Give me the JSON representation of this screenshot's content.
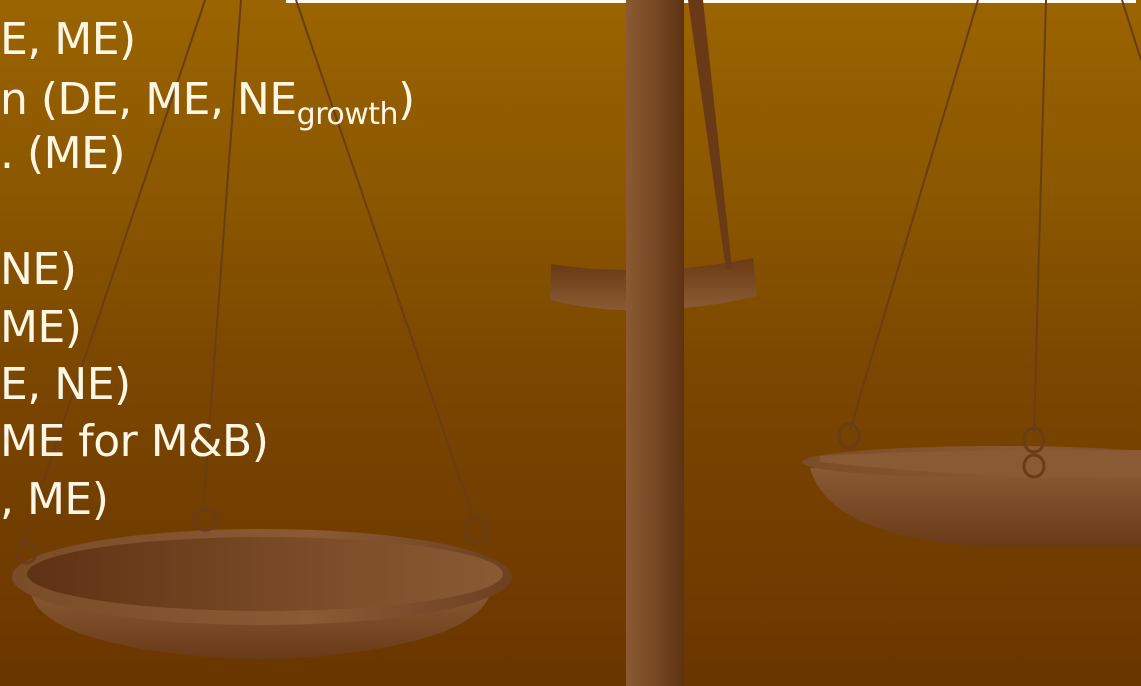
{
  "slide": {
    "lines": [
      {
        "text": "E, ME)"
      },
      {
        "text": "n    (DE, ME, NE",
        "sub": "growth",
        "after": ")"
      },
      {
        "text": ". (ME)"
      },
      {
        "text": ""
      },
      {
        "text": "NE)"
      },
      {
        "text": "ME)"
      },
      {
        "text": "E, NE)"
      },
      {
        "text": "ME for M&B)"
      },
      {
        "text": ", ME)"
      }
    ]
  },
  "colors": {
    "background_top": "#9a6400",
    "background_bottom": "#6a3600",
    "text": "#fff6e6",
    "wood": "#7a4a26"
  },
  "art": {
    "subject": "balance-scale-illustration"
  }
}
